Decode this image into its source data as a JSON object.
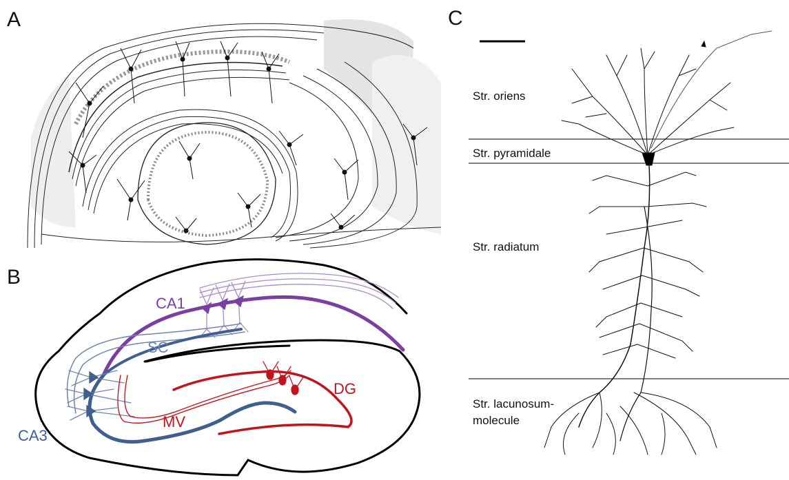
{
  "panels": {
    "a": {
      "letter": "A"
    },
    "b": {
      "letter": "B"
    },
    "c": {
      "letter": "C"
    }
  },
  "diagram_b": {
    "labels": {
      "ca1": "CA1",
      "sc": "SC",
      "ca3": "CA3",
      "mv": "MV",
      "dg": "DG"
    },
    "colors": {
      "ca1": "#7b3fa0",
      "ca1_light": "#a98cc8",
      "ca3": "#3f5f8f",
      "ca3_light": "#6d86ad",
      "dg": "#c0151e",
      "outline": "#000000"
    }
  },
  "neuron_c": {
    "layers": [
      {
        "key": "oriens",
        "label": "Str. oriens"
      },
      {
        "key": "pyramidale",
        "label": "Str. pyramidale"
      },
      {
        "key": "radiatum",
        "label": "Str. radiatum"
      },
      {
        "key": "lacunosum",
        "label": "Str. lacunosum-"
      },
      {
        "key": "lacunosum2",
        "label": "molecule"
      }
    ]
  }
}
